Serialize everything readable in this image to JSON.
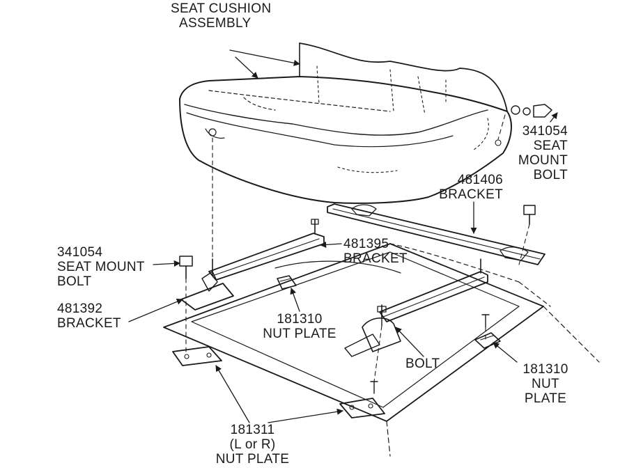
{
  "labels": {
    "seat_cushion": [
      "SEAT CUSHION",
      "ASSEMBLY"
    ],
    "bolt_right": [
      "341054",
      "SEAT",
      "MOUNT",
      "BOLT"
    ],
    "bracket_481406": [
      "481406",
      "BRACKET"
    ],
    "bolt_left": [
      "341054",
      "SEAT MOUNT",
      "BOLT"
    ],
    "bracket_481395": [
      "481395",
      "BRACKET"
    ],
    "bracket_481392": [
      "481392",
      "BRACKET"
    ],
    "nutplate_181310_center": [
      "181310",
      "NUT PLATE"
    ],
    "bolt_center": [
      "BOLT"
    ],
    "nutplate_181310_right": [
      "181310",
      "NUT",
      "PLATE"
    ],
    "nutplate_181311": [
      "181311",
      "(L or R)",
      "NUT PLATE"
    ]
  },
  "colors": {
    "line": "#1a1a1a",
    "background": "#ffffff"
  }
}
